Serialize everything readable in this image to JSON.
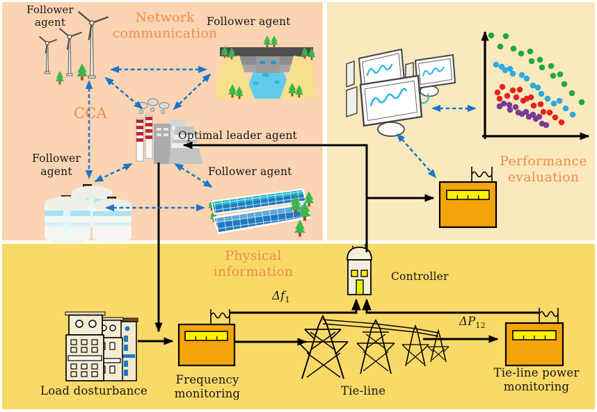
{
  "panels": {
    "cca": {
      "tag": "CCA",
      "heading": "Network communication",
      "bg": "#FBD4B3"
    },
    "performance": {
      "heading": "Performance evaluation",
      "bg": "#FAE9BE"
    },
    "physical": {
      "heading": "Physical information",
      "bg": "#F9D968"
    }
  },
  "agents": {
    "wind_label": "Follower agent",
    "hydro_label": "Follower agent",
    "storage_label": "Follower agent",
    "solar_label": "Follower agent",
    "leader_label": "Optimal leader agent"
  },
  "physical": {
    "controller_label": "Controller",
    "load_label": "Load dosturbance",
    "frequency_label": "Frequency monitoring",
    "tie_line_label": "Tie-line",
    "tie_power_label": "Tie-line power monitoring",
    "delta_f": {
      "base": "Δf",
      "sub": "1"
    },
    "delta_p": {
      "base": "ΔP",
      "sub": "12"
    }
  },
  "performance": {
    "scatter": {
      "type": "scatter",
      "title": "",
      "xlabel": "",
      "ylabel": "",
      "axes": {
        "origin": [
          697,
          196
        ],
        "x_end": [
          846,
          196
        ],
        "y_end": [
          697,
          46
        ]
      },
      "series": [
        {
          "name": "cluster-green",
          "color": "#1FA83D",
          "points": [
            [
              706,
              51
            ],
            [
              727,
              52
            ],
            [
              719,
              67
            ],
            [
              738,
              70
            ],
            [
              749,
              77
            ],
            [
              762,
              74
            ],
            [
              764,
              88
            ],
            [
              776,
              86
            ],
            [
              779,
              97
            ],
            [
              792,
              95
            ],
            [
              795,
              109
            ],
            [
              805,
              107
            ],
            [
              811,
              121
            ],
            [
              822,
              134
            ],
            [
              836,
              147
            ]
          ]
        },
        {
          "name": "cluster-cyan",
          "color": "#29ABE2",
          "points": [
            [
              713,
              93
            ],
            [
              721,
              96
            ],
            [
              726,
              101
            ],
            [
              733,
              99
            ],
            [
              737,
              106
            ],
            [
              750,
              108
            ],
            [
              757,
              113
            ],
            [
              766,
              123
            ],
            [
              773,
              126
            ],
            [
              778,
              135
            ],
            [
              787,
              142
            ],
            [
              796,
              149
            ],
            [
              804,
              145
            ],
            [
              813,
              156
            ],
            [
              823,
              165
            ]
          ]
        },
        {
          "name": "cluster-red",
          "color": "#E6231E",
          "points": [
            [
              715,
              133
            ],
            [
              722,
              125
            ],
            [
              718,
              142
            ],
            [
              729,
              138
            ],
            [
              737,
              130
            ],
            [
              742,
              140
            ],
            [
              747,
              129
            ],
            [
              752,
              145
            ],
            [
              757,
              142
            ],
            [
              763,
              140
            ],
            [
              767,
              152
            ],
            [
              777,
              150
            ],
            [
              781,
              161
            ],
            [
              790,
              162
            ],
            [
              798,
              169
            ],
            [
              807,
              176
            ]
          ]
        },
        {
          "name": "cluster-purple",
          "color": "#7B3A96",
          "points": [
            [
              718,
              153
            ],
            [
              724,
              149
            ],
            [
              732,
              151
            ],
            [
              733,
              158
            ],
            [
              741,
              154
            ],
            [
              745,
              162
            ],
            [
              750,
              164
            ],
            [
              756,
              161
            ],
            [
              760,
              168
            ],
            [
              766,
              165
            ],
            [
              770,
              171
            ],
            [
              775,
              168
            ],
            [
              779,
              178
            ],
            [
              785,
              180
            ]
          ]
        }
      ]
    }
  },
  "colors": {
    "heading_orange": "#F08C4A",
    "link_blue": "#1B75C8",
    "meter_orange": "#F3A40B",
    "meter_scale_yellow": "#FFF100",
    "signal_black": "#000000"
  }
}
